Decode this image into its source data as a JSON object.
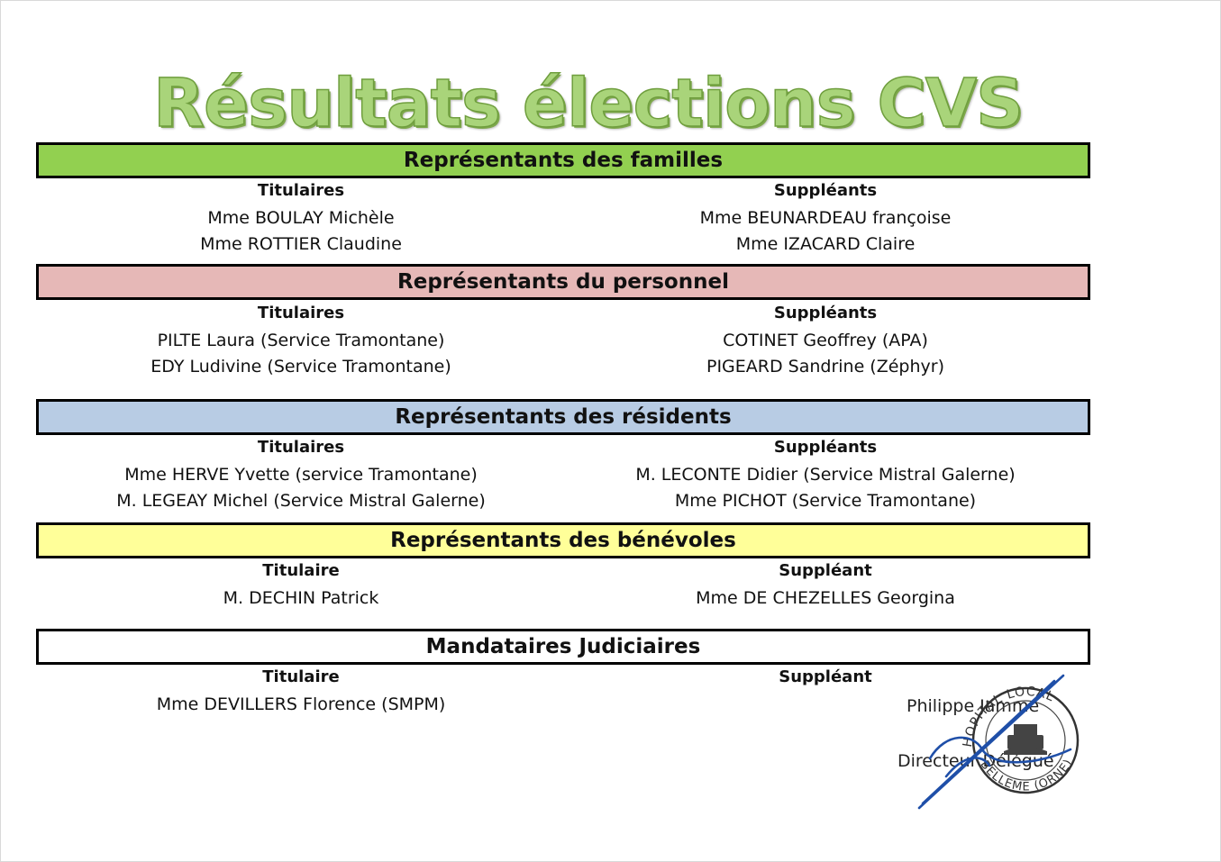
{
  "title": "Résultats élections CVS",
  "sections": [
    {
      "heading": "Représentants des familles",
      "color": "#92d050",
      "left": {
        "label": "Titulaires",
        "names": [
          "Mme BOULAY Michèle",
          "Mme ROTTIER Claudine"
        ]
      },
      "right": {
        "label": "Suppléants",
        "names": [
          "Mme BEUNARDEAU françoise",
          "Mme IZACARD Claire"
        ]
      }
    },
    {
      "heading": "Représentants du personnel",
      "color": "#e6b8b7",
      "left": {
        "label": "Titulaires",
        "names": [
          "PILTE Laura (Service Tramontane)",
          "EDY Ludivine (Service Tramontane)"
        ]
      },
      "right": {
        "label": "Suppléants",
        "names": [
          "COTINET Geoffrey (APA)",
          "PIGEARD Sandrine (Zéphyr)"
        ]
      }
    },
    {
      "heading": "Représentants des résidents",
      "color": "#b8cce4",
      "left": {
        "label": "Titulaires",
        "names": [
          "Mme HERVE Yvette (service Tramontane)",
          "M. LEGEAY Michel (Service Mistral Galerne)"
        ]
      },
      "right": {
        "label": "Suppléants",
        "names": [
          "M. LECONTE Didier (Service Mistral Galerne)",
          "Mme PICHOT  (Service Tramontane)"
        ]
      }
    },
    {
      "heading": "Représentants des bénévoles",
      "color": "#ffff99",
      "left": {
        "label": "Titulaire",
        "names": [
          "M. DECHIN Patrick"
        ]
      },
      "right": {
        "label": "Suppléant",
        "names": [
          "Mme DE CHEZELLES Georgina"
        ]
      }
    },
    {
      "heading": "Mandataires Judiciaires",
      "color": "#ffffff",
      "left": {
        "label": "Titulaire",
        "names": [
          "Mme DEVILLERS Florence (SMPM)"
        ]
      },
      "right": {
        "label": "Suppléant",
        "names": []
      }
    }
  ],
  "signature": {
    "name": "Philippe Jamme",
    "role": "Directeur Délégué",
    "stamp_text_top": "HOPITAL LOCAL",
    "stamp_text_bottom": "BELLEME (ORNE)",
    "ink_color": "#1f4fa8"
  }
}
